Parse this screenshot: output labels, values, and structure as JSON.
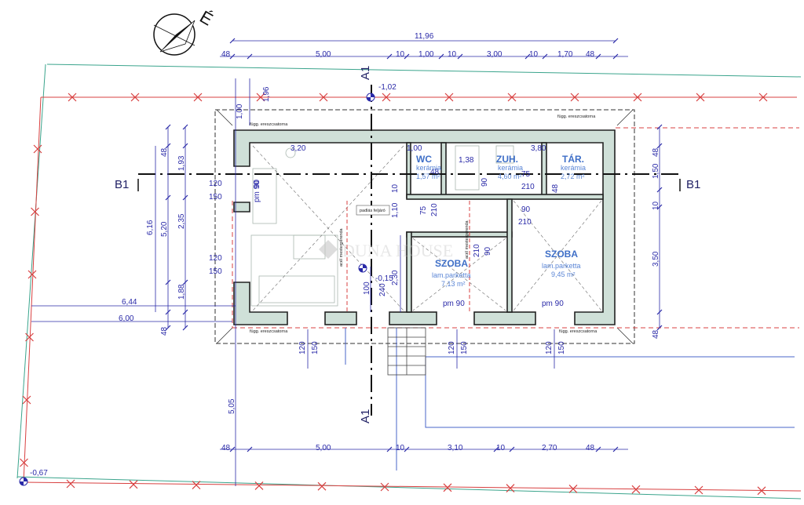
{
  "compass": {
    "north_label": "É"
  },
  "top_dims": {
    "total": "11,96",
    "segments": [
      "48",
      "5,00",
      "10",
      "1,00",
      "10",
      "3,00",
      "10",
      "1,70",
      "48"
    ]
  },
  "bottom_dims": {
    "segments": [
      "48",
      "5,00",
      "10",
      "3,10",
      "10",
      "2,70",
      "48"
    ]
  },
  "left_dims": {
    "outer": "6,16",
    "inner": "5,20",
    "parts": [
      "48",
      "1,93",
      "2,35",
      "1,88",
      "48"
    ],
    "top": [
      "1,00",
      "1,96"
    ],
    "widths": [
      "6,44",
      "6,00"
    ],
    "bottom": "5,05",
    "openings": [
      "120",
      "150",
      "120",
      "150"
    ],
    "pm": "pm 90"
  },
  "right_dims": {
    "parts": [
      "48",
      "1,50",
      "10",
      "3,50",
      "48"
    ]
  },
  "levels": {
    "a1_top": "-1,02",
    "inner": "-0,15",
    "corner": "-0,67"
  },
  "sections": {
    "a": "A1",
    "b": "B1"
  },
  "rooms": [
    {
      "name": "WC",
      "floor": "kerámia",
      "area": "1,57 m²"
    },
    {
      "name": "ZUH.",
      "floor": "kerámia",
      "area": "4,60 m²"
    },
    {
      "name": "TÁR.",
      "floor": "kerámia",
      "area": "2,72 m²"
    },
    {
      "name": "SZOBA",
      "floor": "lam.parketta",
      "area": "7,13 m²"
    },
    {
      "name": "SZOBA",
      "floor": "lam.parketta",
      "area": "9,45 m²"
    }
  ],
  "interior_dims": {
    "living_width": "3,20",
    "wc_width": "1,00",
    "mid": "1,38",
    "zuh_width": "3,80",
    "d75a": "75",
    "d75b": "75",
    "d210a": "210",
    "d210b": "210",
    "d210c": "210",
    "d210d": "210",
    "d48a": "48",
    "d48b": "48",
    "d10a": "10",
    "d90a": "90",
    "d90b": "90",
    "d90c": "90",
    "d90d": "90",
    "d110": "1,10",
    "d230": "2,30",
    "d100": "100",
    "d240": "240",
    "pm90a": "pm 90",
    "pm90b": "pm 90",
    "win120a": "120",
    "win150a": "150",
    "win120b": "120",
    "win150b": "150",
    "win120c": "120",
    "win150c": "150"
  },
  "labels": {
    "gutter1": "függ. ereszcsatorna",
    "gutter2": "függ. ereszcsatorna",
    "gutter3": "függ. ereszcsatorna",
    "gutter4": "függ. ereszcsatorna",
    "beam1": "acél mestergerenda",
    "beam2": "acél mestergerenda",
    "attic": "padlás feljáró"
  },
  "watermark": "DUNA HOUSE"
}
